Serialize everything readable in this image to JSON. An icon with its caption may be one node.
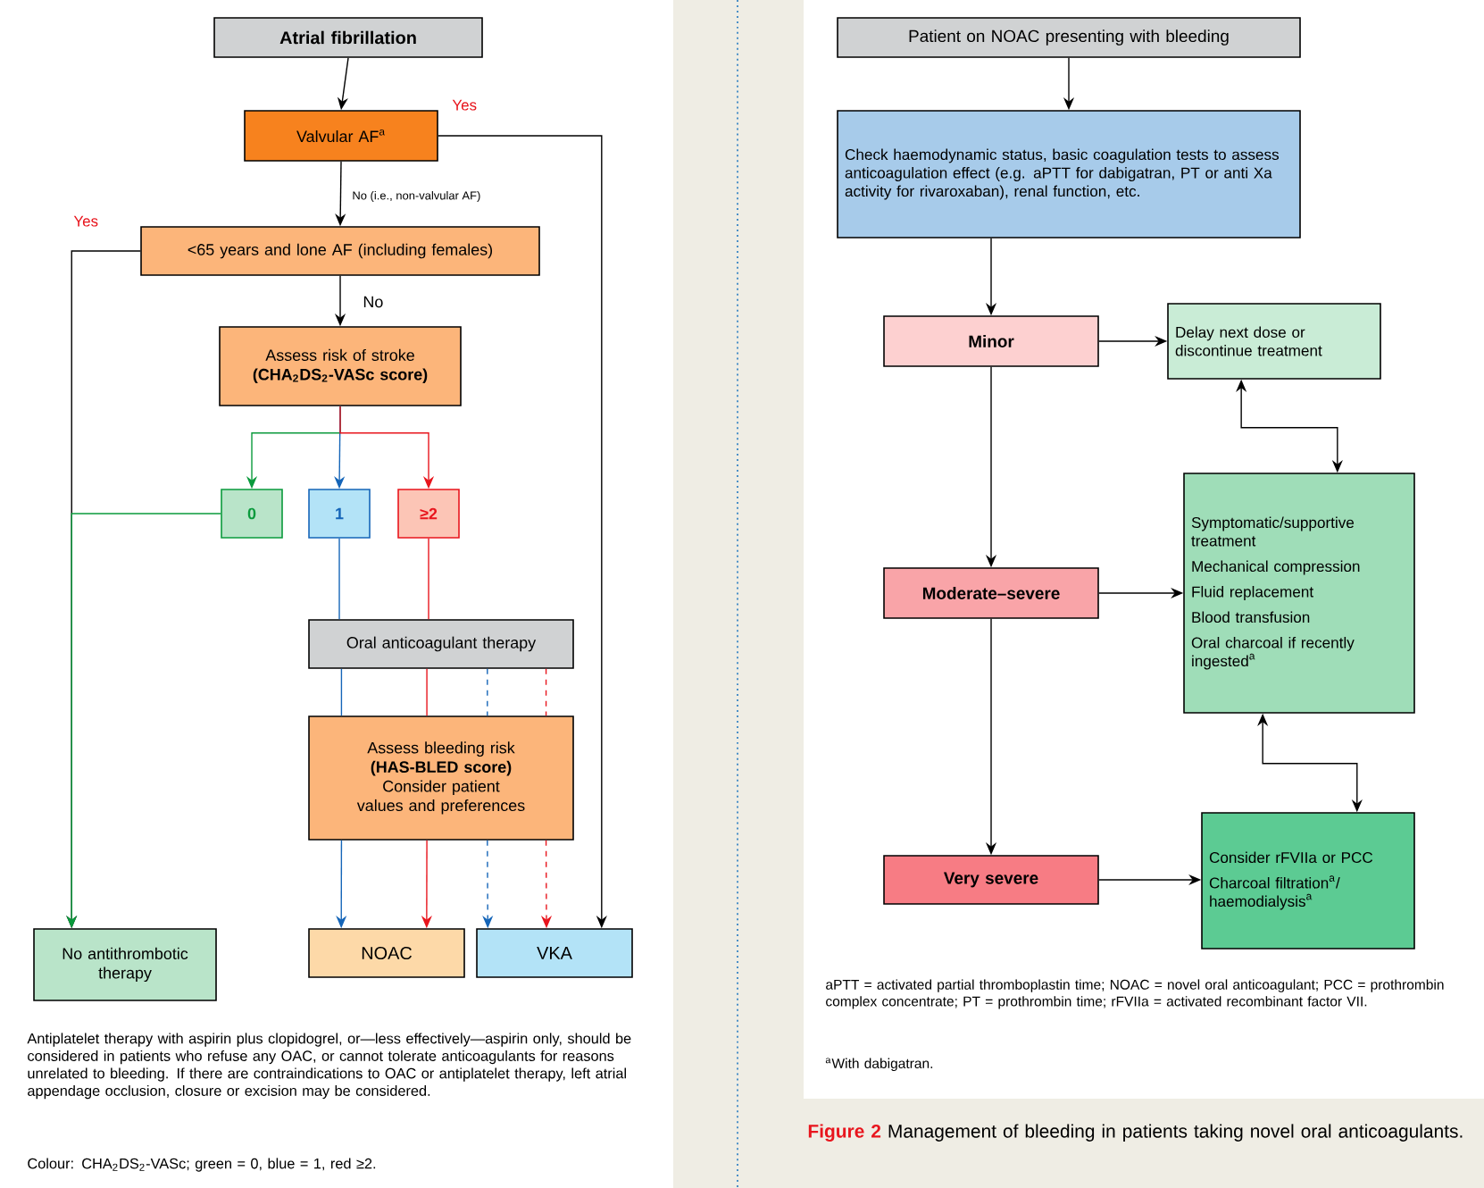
{
  "diagram": {
    "caption": "**Figure 2** Management of bleeding in patients taking novel oral anticoagulants.",
    "nodes": [
      {
        "text": [
          "Atrial fibrillation"
        ]
      },
      {
        "text": [
          "Valvular AF$^{a}$"
        ]
      },
      {
        "text": [
          "<65 years and lone AF (including females)"
        ]
      },
      {
        "text": [
          "Assess risk of stroke",
          "(CHA$_{2}$DS$_{2}$-VASc score)"
        ]
      },
      {
        "text": [
          "0"
        ]
      },
      {
        "text": [
          "1"
        ]
      },
      {
        "text": [
          "≥2"
        ]
      },
      {
        "text": [
          "Oral anticoagulant therapy"
        ]
      },
      {
        "text": [
          "Assess bleeding risk",
          "(HAS-BLED score)",
          "Consider patient values and preferences"
        ]
      },
      {
        "text": [
          "No antithrombotic therapy"
        ]
      },
      {
        "text": [
          "NOAC"
        ]
      },
      {
        "text": [
          "VKA"
        ]
      },
      {
        "text": [
          "Patient on NOAC presenting with bleeding"
        ]
      },
      {
        "text": [
          "Check haemodynamic status, basic coagulation tests to assess anticoagulation effect (e.g. aPTT for dabigatran, PT or anti Xa activity for rivaroxaban), renal function, etc."
        ]
      },
      {
        "text": [
          "Minor"
        ]
      },
      {
        "text": [
          "Delay next dose or discontinue treatment"
        ]
      },
      {
        "text": [
          "Symptomatic/supportive treatment",
          "Mechanical compression",
          "Fluid replacement",
          "Blood transfusion",
          "Oral charcoal if recently ingested$^{a}$"
        ]
      },
      {
        "text": [
          "Moderate–severe"
        ]
      },
      {
        "text": [
          "Very severe"
        ]
      },
      {
        "text": [
          "Consider rFVIIa or PCC",
          "Charcoal filtration$^{a}$/ haemodialysis$^{a}$"
        ]
      }
    ],
    "edges": [
      {
        "from": 0,
        "to": 1,
        "arrow": "to"
      },
      {
        "from": 1,
        "to": 2,
        "arrow": "to",
        "label": "No (i.e., non-valvular AF)"
      },
      {
        "from": 1,
        "to": 11,
        "arrow": "to",
        "label": "Yes"
      },
      {
        "from": 2,
        "to": 9,
        "arrow": "to",
        "label": "Yes"
      },
      {
        "from": 2,
        "to": 3,
        "arrow": "to",
        "label": "No"
      },
      {
        "from": 3,
        "to": 4,
        "arrow": "to",
        "color": "#0a9a3c"
      },
      {
        "from": 3,
        "to": 5,
        "arrow": "to",
        "color": "#1565b8"
      },
      {
        "from": 3,
        "to": 6,
        "arrow": "to",
        "color": "#e8151d"
      },
      {
        "from": 5,
        "to": 7,
        "arrow": "none",
        "color": "#1565b8"
      },
      {
        "from": 6,
        "to": 7,
        "arrow": "none",
        "color": "#e8151d"
      },
      {
        "from": 7,
        "to": 8,
        "arrow": "none",
        "color": "#1565b8"
      },
      {
        "from": 7,
        "to": 8,
        "arrow": "none",
        "color": "#e8151d"
      },
      {
        "from": 7,
        "to": 8,
        "arrow": "none",
        "style": "dashed",
        "color": "#1565b8"
      },
      {
        "from": 7,
        "to": 8,
        "arrow": "none",
        "style": "dashed",
        "color": "#e8151d"
      },
      {
        "from": 8,
        "to": 10,
        "arrow": "to",
        "color": "#1565b8"
      },
      {
        "from": 8,
        "to": 10,
        "arrow": "to",
        "color": "#e8151d"
      },
      {
        "from": 8,
        "to": 11,
        "arrow": "to",
        "style": "dashed",
        "color": "#1565b8"
      },
      {
        "from": 8,
        "to": 11,
        "arrow": "to",
        "style": "dashed",
        "color": "#e8151d"
      },
      {
        "from": 4,
        "to": 9,
        "arrow": "to",
        "color": "#0a9a3c"
      },
      {
        "from": 12,
        "to": 13,
        "arrow": "to"
      },
      {
        "from": 13,
        "to": 14,
        "arrow": "to"
      },
      {
        "from": 14,
        "to": 15,
        "arrow": "to"
      },
      {
        "from": 14,
        "to": 17,
        "arrow": "to"
      },
      {
        "from": 15,
        "to": 16,
        "arrow": "both"
      },
      {
        "from": 17,
        "to": 16,
        "arrow": "to"
      },
      {
        "from": 17,
        "to": 18,
        "arrow": "to"
      },
      {
        "from": 16,
        "to": 19,
        "arrow": "both"
      },
      {
        "from": 18,
        "to": 19,
        "arrow": "to"
      }
    ],
    "labels": [
      "Antiplatelet therapy with aspirin plus clopidogrel, or—less effectively—aspirin only, should be considered in patients who refuse any OAC, or cannot tolerate anticoagulants for reasons unrelated to bleeding. If there are contraindications to OAC or antiplatelet therapy, left atrial appendage occlusion, closure or excision may be considered.",
      "Colour: CHA$_{2}$DS$_{2}$-VASc; green = 0, blue = 1, red ≥2.",
      "aPTT = activated partial thromboplastin time; NOAC = novel oral anticoagulant; PCC = prothrombin complex concentrate; PT = prothrombin time; rFVIIa = activated recombinant factor VII.",
      "$^{a}$With dabigatran."
    ]
  }
}
